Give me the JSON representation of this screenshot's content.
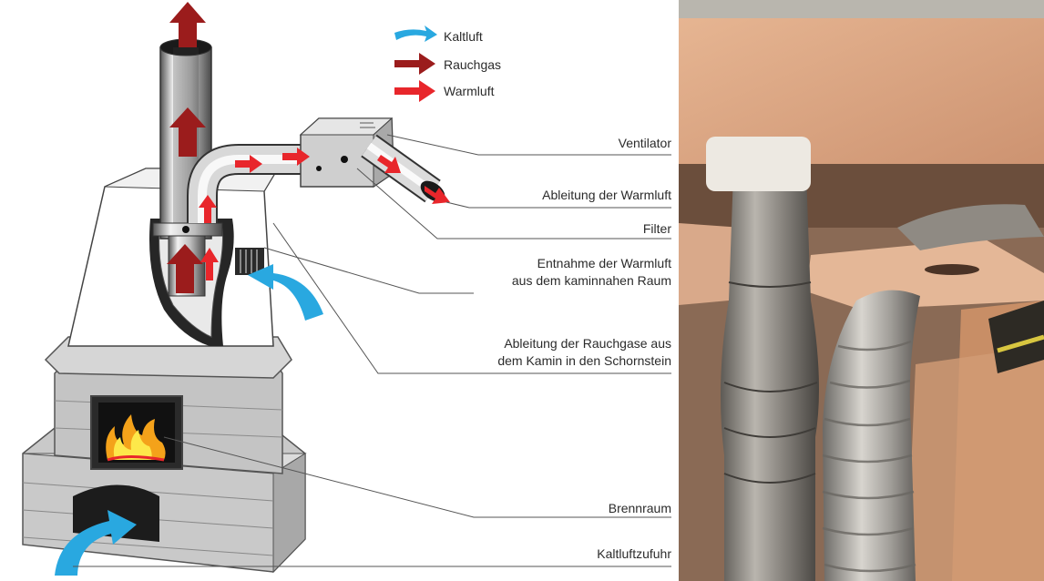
{
  "legend": {
    "cold_air": "Kaltluft",
    "flue_gas": "Rauchgas",
    "warm_air": "Warmluft"
  },
  "labels": {
    "fan": "Ventilator",
    "warm_air_outlet": "Ableitung der Warmluft",
    "filter": "Filter",
    "warm_air_intake_line1": "Entnahme der Warmluft",
    "warm_air_intake_line2": "aus dem kaminnahen Raum",
    "flue_outlet_line1": "Ableitung der Rauchgase aus",
    "flue_outlet_line2": "dem Kamin in den Schornstein",
    "combustion_chamber": "Brennraum",
    "cold_air_supply": "Kaltluftzufuhr"
  },
  "colors": {
    "cold_air": "#29a8e0",
    "flue_gas": "#9b1c1c",
    "warm_air": "#e8262b"
  }
}
